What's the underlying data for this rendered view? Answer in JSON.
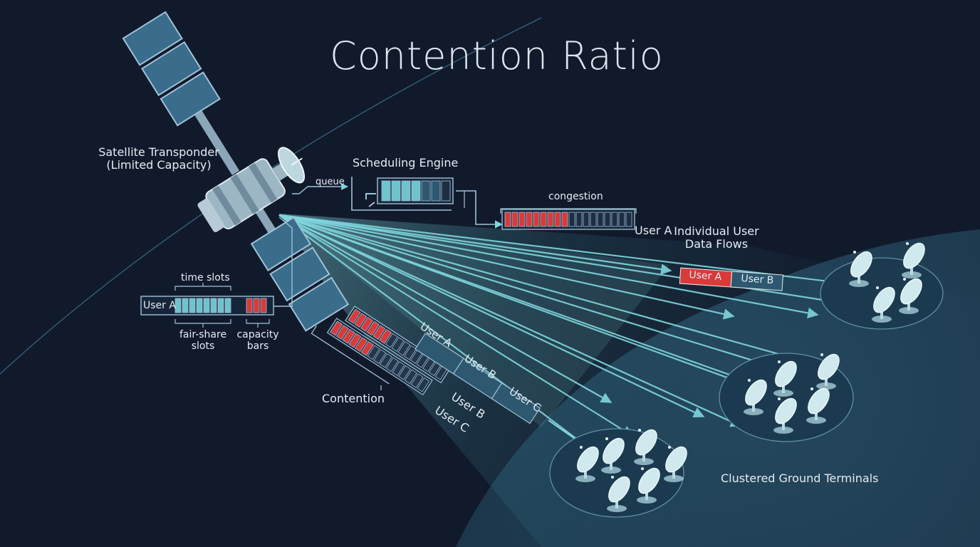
{
  "title": "Contention Ratio",
  "satellite": {
    "label_line1": "Satellite Transponder",
    "label_line2": "(Limited Capacity)"
  },
  "scheduler": {
    "title": "Scheduling Engine",
    "queue_label": "queue",
    "congestion_label": "congestion",
    "congestion_user": "User A"
  },
  "timeslots": {
    "title": "time slots",
    "row_label": "User A",
    "fair_share_line1": "fair-share",
    "fair_share_line2": "slots",
    "capacity_line1": "capacity",
    "capacity_line2": "bars"
  },
  "flows": {
    "title_line1": "Individual User",
    "title_line2": "Data Flows",
    "tag_user_a": "User A",
    "tag_user_b": "User B"
  },
  "contention": {
    "label": "Contention",
    "tag_user_a": "User A",
    "tag_user_b": "User B",
    "tag_user_c": "User C",
    "queue_b": "User B",
    "queue_c": "User C"
  },
  "ground": {
    "label": "Clustered Ground Terminals"
  },
  "colors": {
    "background": "#111a2b",
    "earth": "#1d3a4f",
    "beam": "#7fd6dc",
    "slot_teal": "#6fc3cd",
    "congested_red": "#d93a3a",
    "empty_slot": "#1e2e42"
  }
}
